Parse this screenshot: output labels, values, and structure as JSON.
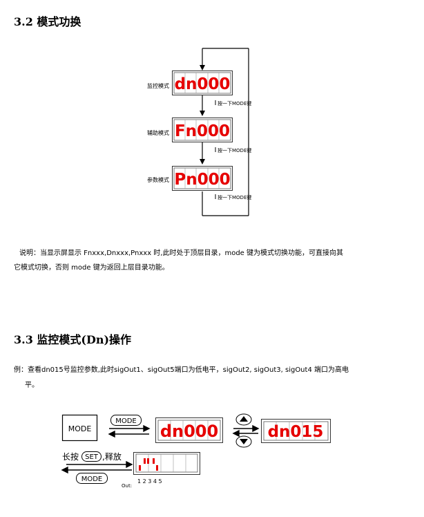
{
  "section_3_2": {
    "title": "3.2 模式功换"
  },
  "mode_diagram": {
    "modes": [
      {
        "label": "监控模式",
        "display": "dn000"
      },
      {
        "label": "辅助模式",
        "display": "Fn000"
      },
      {
        "label": "参数模式",
        "display": "Pn000"
      }
    ],
    "arrow_label": "按一下MODE键"
  },
  "description": {
    "line1": "说明：当显示屏显示 Fnxxx,Dnxxx,Pnxxx 时,此时处于顶层目录，mode 键为模式切换功能，可直接向其",
    "line2": "它模式切换，否则 mode 键为返回上层目录功能。"
  },
  "section_3_3": {
    "title": "3.3 监控模式(Dn)操作"
  },
  "example": {
    "line1": "例：查看dn015号监控参数,此时sigOut1、sigOut5端口为低电平，sigOut2, sigOut3, sigOut4  端口为高电",
    "line2": "平。"
  },
  "op_diagram": {
    "mode_key": "MODE",
    "mode_key_small": "MODE",
    "display_1": "dn000",
    "display_2": "dn015",
    "long_press_prefix": "长按",
    "set_key": "SET",
    "long_press_suffix": ",释放",
    "mode_key_bottom": "MODE",
    "out_label": "Out:",
    "out_numbers": "1 2 3 4 5"
  }
}
